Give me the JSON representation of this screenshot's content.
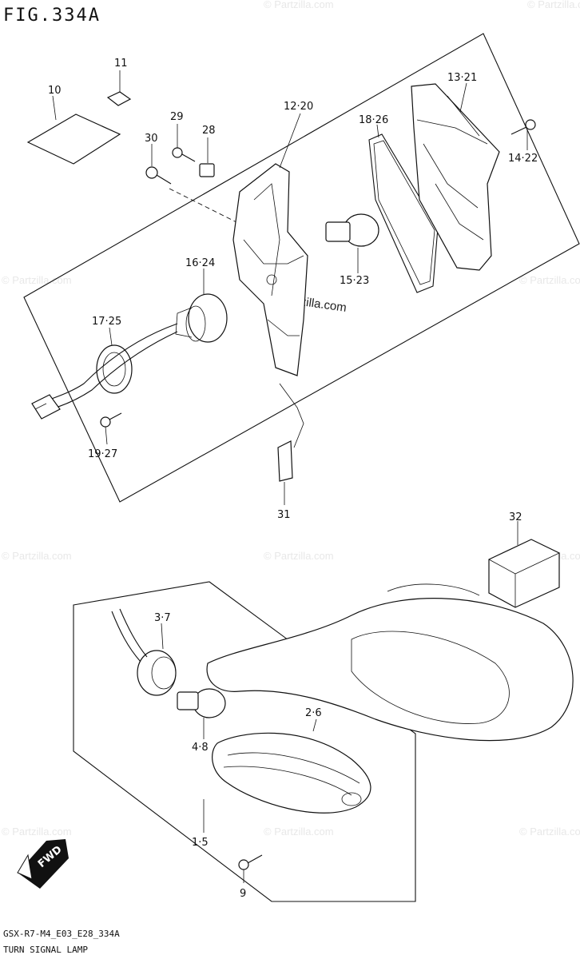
{
  "figure": {
    "title": "FIG.334A"
  },
  "footer": {
    "model_code": "GSX-R7-M4_E03_E28_334A",
    "section_name": "TURN SIGNAL LAMP"
  },
  "watermark": {
    "text": "© Partzilla.com",
    "center_text": "Partzilla.com"
  },
  "fwd_badge": "FWD",
  "callouts": [
    {
      "id": "c10",
      "text": "10"
    },
    {
      "id": "c11",
      "text": "11"
    },
    {
      "id": "c29",
      "text": "29"
    },
    {
      "id": "c28",
      "text": "28"
    },
    {
      "id": "c30",
      "text": "30"
    },
    {
      "id": "c12_20",
      "text": "12·20"
    },
    {
      "id": "c18_26",
      "text": "18·26"
    },
    {
      "id": "c13_21",
      "text": "13·21"
    },
    {
      "id": "c14_22",
      "text": "14·22"
    },
    {
      "id": "c16_24",
      "text": "16·24"
    },
    {
      "id": "c15_23",
      "text": "15·23"
    },
    {
      "id": "c17_25",
      "text": "17·25"
    },
    {
      "id": "c19_27",
      "text": "19·27"
    },
    {
      "id": "c31",
      "text": "31"
    },
    {
      "id": "c32",
      "text": "32"
    },
    {
      "id": "c3_7",
      "text": "3·7"
    },
    {
      "id": "c2_6",
      "text": "2·6"
    },
    {
      "id": "c4_8",
      "text": "4·8"
    },
    {
      "id": "c1_5",
      "text": "1·5"
    },
    {
      "id": "c9",
      "text": "9"
    }
  ]
}
